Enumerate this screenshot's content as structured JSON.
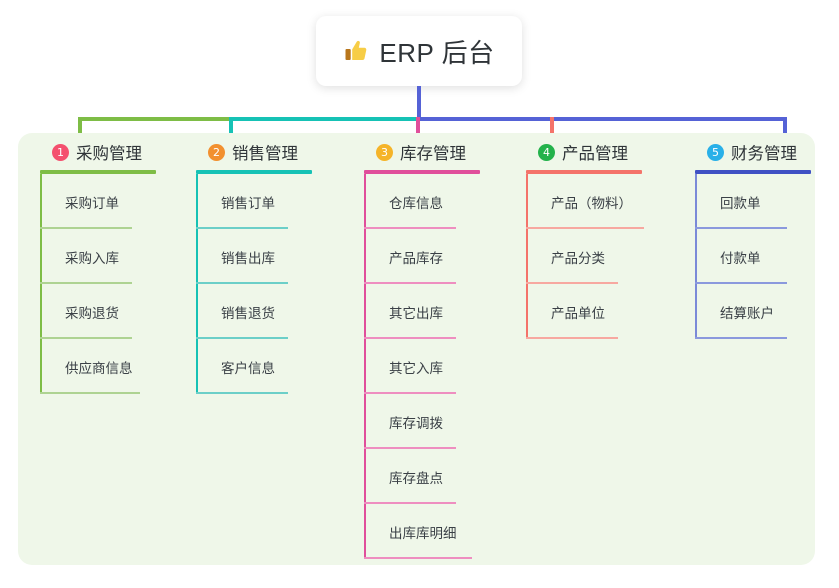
{
  "root": {
    "icon": "thumbs-up-icon",
    "title": "ERP 后台"
  },
  "colors": {
    "panel_background": "#eff7e9",
    "page_background": "#ffffff",
    "card_background": "#ffffff",
    "text": "#2f3438",
    "trunk": "#5562d6"
  },
  "columns": [
    {
      "number": "1",
      "title": "采购管理",
      "badge_color": "#f4506e",
      "line_color": "#7ebd46",
      "connector_color": "#7ebd46",
      "items": [
        "采购订单",
        "采购入库",
        "采购退货",
        "供应商信息"
      ]
    },
    {
      "number": "2",
      "title": "销售管理",
      "badge_color": "#f2902f",
      "line_color": "#16c2b5",
      "connector_color": "#16c2b5",
      "items": [
        "销售订单",
        "销售出库",
        "销售退货",
        "客户信息"
      ]
    },
    {
      "number": "3",
      "title": "库存管理",
      "badge_color": "#f5b429",
      "line_color": "#e04f9b",
      "connector_color": "#e04f9b",
      "items": [
        "仓库信息",
        "产品库存",
        "其它出库",
        "其它入库",
        "库存调拨",
        "库存盘点",
        "出库库明细"
      ]
    },
    {
      "number": "4",
      "title": "产品管理",
      "badge_color": "#23b24b",
      "line_color": "#f4736a",
      "connector_color": "#f4736a",
      "items": [
        "产品（物料）",
        "产品分类",
        "产品单位"
      ]
    },
    {
      "number": "5",
      "title": "财务管理",
      "badge_color": "#29b0e8",
      "line_color": "#5562d6",
      "connector_color": "#5562d6",
      "items": [
        "回款单",
        "付款单",
        "结算账户"
      ]
    }
  ]
}
